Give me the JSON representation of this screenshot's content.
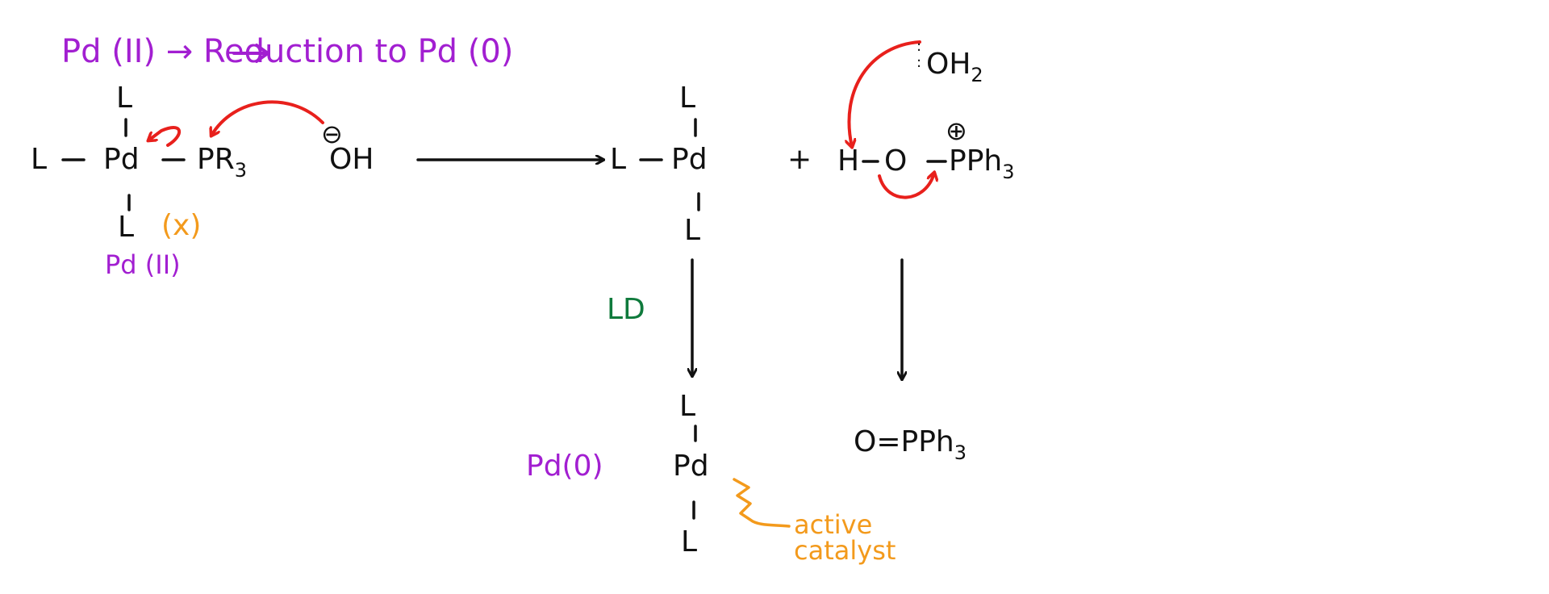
{
  "title": "Pd (II) → Reduction to Pd (0)",
  "left_complex": {
    "l_top": "L",
    "l_left": "L",
    "metal": "Pd",
    "ligand_pr": "PR",
    "ligand_sub": "3",
    "l_bottom": "L",
    "x_note": "(x)",
    "oxidation_label": "Pd (II)"
  },
  "hydroxide": {
    "charge": "⊖",
    "formula": "OH"
  },
  "middle_complex": {
    "l_top": "L",
    "l_left": "L",
    "metal": "Pd",
    "l_bottom": "L"
  },
  "plus_sign": "+",
  "phosphonium": {
    "h": "H",
    "o": "O",
    "p_main": "PPh",
    "p_sub": "3",
    "charge": "⊕"
  },
  "water": {
    "formula": "OH",
    "sub": "2"
  },
  "ld_label": "LD",
  "pd0_complex": {
    "l_top": "L",
    "metal": "Pd",
    "l_bottom": "L",
    "oxidation_label": "Pd(0)"
  },
  "phosphine_oxide": {
    "main": "O=PPh",
    "sub": "3"
  },
  "active_catalyst": {
    "line1": "active",
    "line2": "catalyst"
  },
  "colors": {
    "purple": "#a21fd1",
    "orange": "#f39a1c",
    "green": "#0f7a3c",
    "red": "#e8201c",
    "black": "#111111"
  }
}
